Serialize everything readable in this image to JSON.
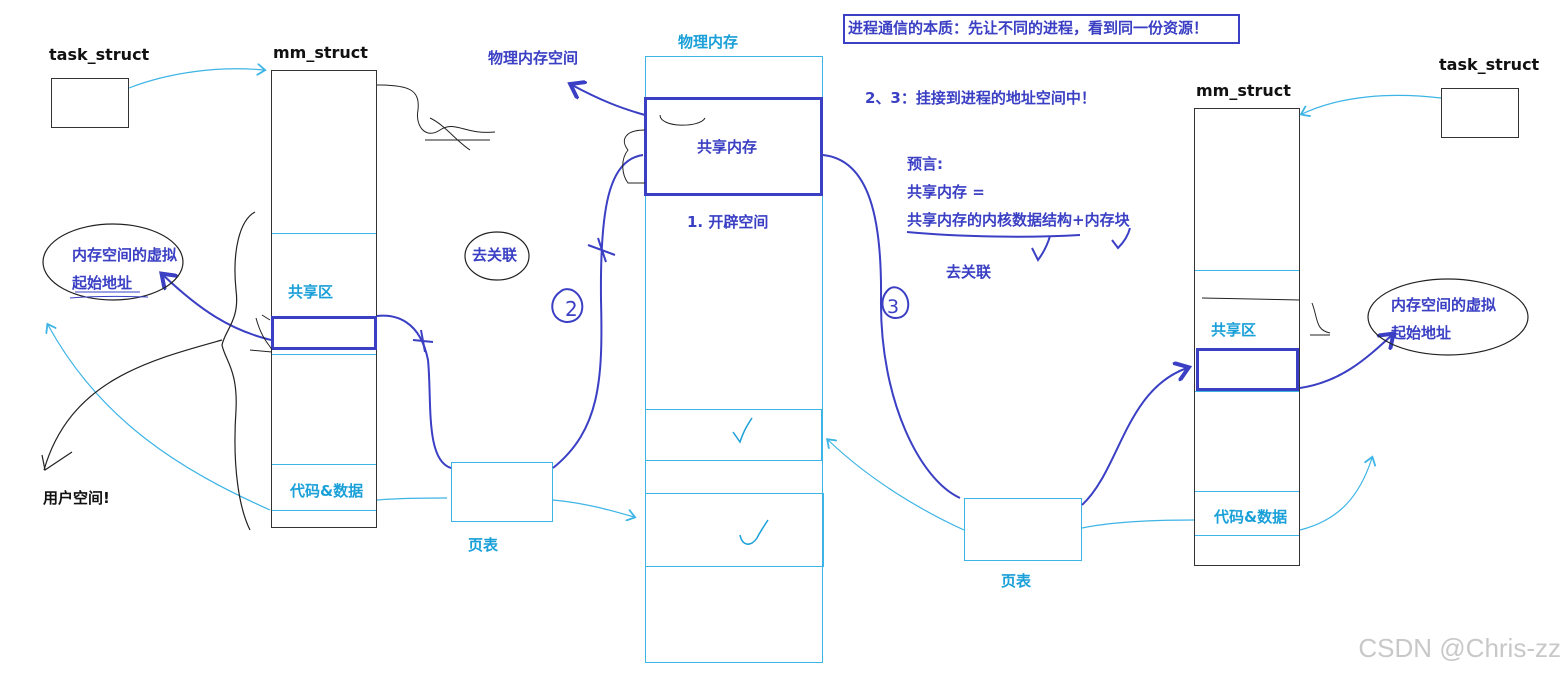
{
  "labels": {
    "task_struct_left": "task_struct",
    "mm_struct_left": "mm_struct",
    "physical_space": "物理内存空间",
    "physical_memory": "物理内存",
    "essence": "进程通信的本质：先让不同的进程，看到同一份资源！",
    "step23": "2、3：挂接到进程的地址空间中！",
    "mm_struct_right": "mm_struct",
    "task_struct_right": "task_struct",
    "shared_memory_block": "共享内存",
    "step1": "1. 开辟空间",
    "preview": "预言:",
    "shm_eq": "共享内存 =",
    "shm_def": "共享内存的内核数据结构+内存块",
    "detach_mid": "去关联",
    "detach_left": "去关联",
    "virt_addr_left_1": "内存空间的虚拟",
    "virt_addr_left_2": "起始地址",
    "shared_region_left": "共享区",
    "code_data_left": "代码&数据",
    "user_space": "用户空间!",
    "page_table_left": "页表",
    "page_table_right": "页表",
    "shared_region_right": "共享区",
    "code_data_right": "代码&数据",
    "virt_addr_right_1": "内存空间的虚拟",
    "virt_addr_right_2": "起始地址",
    "watermark": "CSDN @Chris-zz"
  },
  "colors": {
    "ink_blue": "#3a3fc4",
    "cyan": "#3cb4e6",
    "black": "#111111"
  }
}
